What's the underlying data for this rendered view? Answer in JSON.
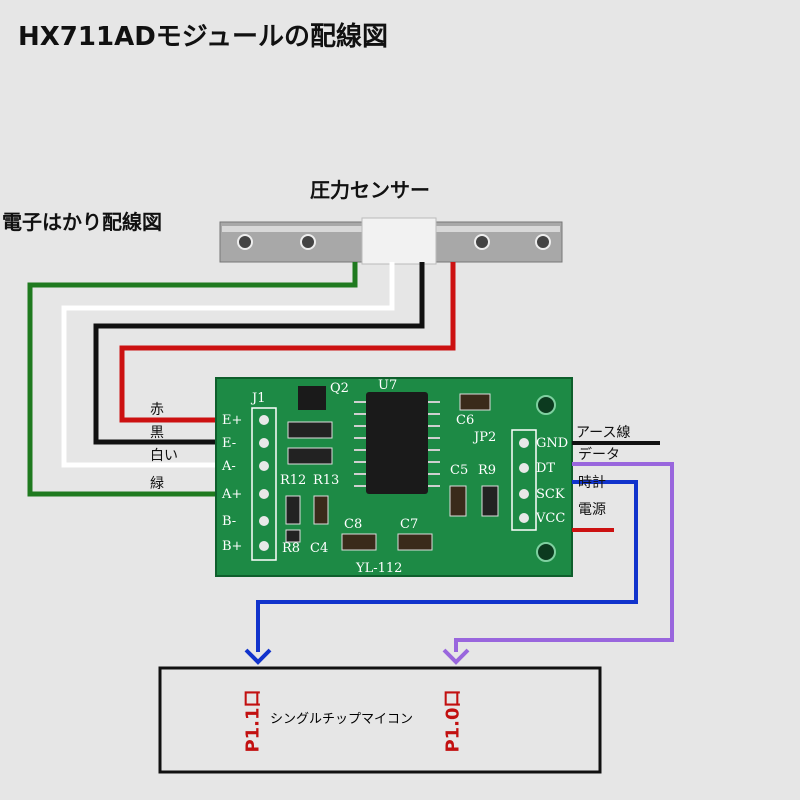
{
  "title": "HX711ADモジュールの配線図",
  "subtitle": "電子はかり配線図",
  "sensor": {
    "label": "圧力センサー"
  },
  "board": {
    "name": "YL-112",
    "left_pins": [
      "E+",
      "E-",
      "A-",
      "A+",
      "B-",
      "B+"
    ],
    "right_pins": [
      "GND",
      "DT",
      "SCK",
      "VCC"
    ],
    "header_labels": {
      "left": "J1",
      "right": "JP2"
    },
    "components": [
      "U7",
      "Q2",
      "C6",
      "C5",
      "R9",
      "R12",
      "R13",
      "R8",
      "C4",
      "C8",
      "C7"
    ]
  },
  "wires_left": [
    {
      "label": "赤",
      "color": "#cc1111"
    },
    {
      "label": "黒",
      "color": "#111111"
    },
    {
      "label": "白い",
      "color": "#ffffff"
    },
    {
      "label": "緑",
      "color": "#1f7a1f"
    }
  ],
  "wires_right": [
    {
      "label": "アース線",
      "color": "#111111"
    },
    {
      "label": "データ",
      "color": "#9966dd"
    },
    {
      "label": "時計",
      "color": "#1133cc"
    },
    {
      "label": "電源",
      "color": "#cc1111"
    }
  ],
  "mcu": {
    "label": "シングルチップマイコン",
    "ports": [
      "P1.1口",
      "P1.0口"
    ]
  }
}
